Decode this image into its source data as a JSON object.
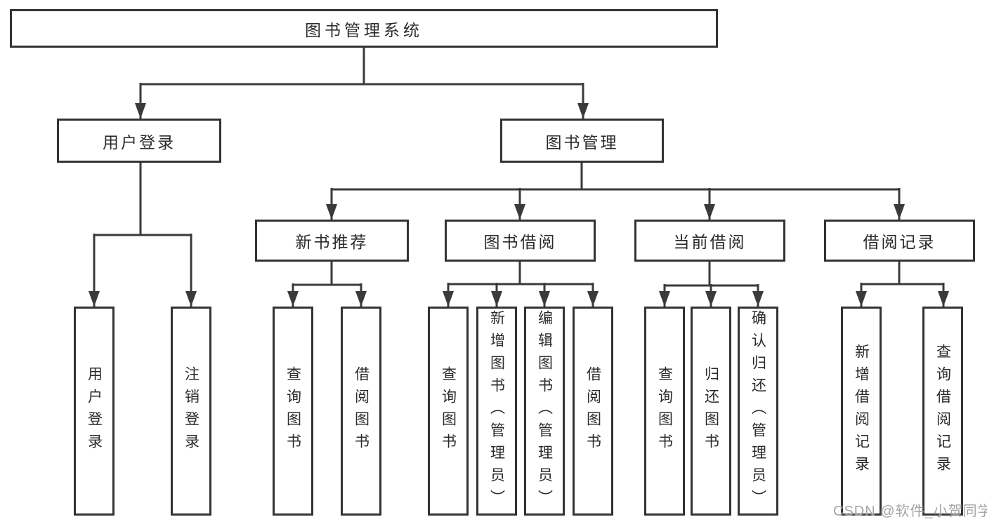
{
  "diagram": {
    "title": "图书管理系统",
    "type": "function-structure-tree"
  },
  "nodes": {
    "root": {
      "id": "library-management-system",
      "label": "图书管理系统"
    },
    "level2": [
      {
        "id": "user-login-module",
        "label": "用户登录",
        "parent": "图书管理系统"
      },
      {
        "id": "book-management-module",
        "label": "图书管理",
        "parent": "图书管理系统"
      }
    ],
    "level3": [
      {
        "id": "new-book-recommend",
        "label": "新书推荐",
        "parent": "图书管理"
      },
      {
        "id": "book-borrowing",
        "label": "图书借阅",
        "parent": "图书管理"
      },
      {
        "id": "current-borrowing",
        "label": "当前借阅",
        "parent": "图书管理"
      },
      {
        "id": "borrowing-records",
        "label": "借阅记录",
        "parent": "图书管理"
      }
    ],
    "leaves": [
      {
        "label": "用户登录",
        "parent": "用户登录"
      },
      {
        "label": "注销登录",
        "parent": "用户登录"
      },
      {
        "label": "查询图书",
        "parent": "新书推荐"
      },
      {
        "label": "借阅图书",
        "parent": "新书推荐"
      },
      {
        "label": "查询图书",
        "parent": "图书借阅"
      },
      {
        "label": "新增图书（管理员）",
        "parent": "图书借阅"
      },
      {
        "label": "编辑图书（管理员）",
        "parent": "图书借阅"
      },
      {
        "label": "借阅图书",
        "parent": "图书借阅"
      },
      {
        "label": "查询图书",
        "parent": "当前借阅"
      },
      {
        "label": "归还图书",
        "parent": "当前借阅"
      },
      {
        "label": "确认归还（管理员）",
        "parent": "当前借阅"
      },
      {
        "label": "新增借阅记录",
        "parent": "借阅记录"
      },
      {
        "label": "查询借阅记录",
        "parent": "借阅记录"
      }
    ]
  },
  "watermark": {
    "text": "CSDN @软件_小贺同学",
    "color": "#919191"
  },
  "colors": {
    "background": "#ffffff",
    "box_border": "#333333",
    "connector_line": "#3a3a3a",
    "text": "#2b2b2b"
  }
}
